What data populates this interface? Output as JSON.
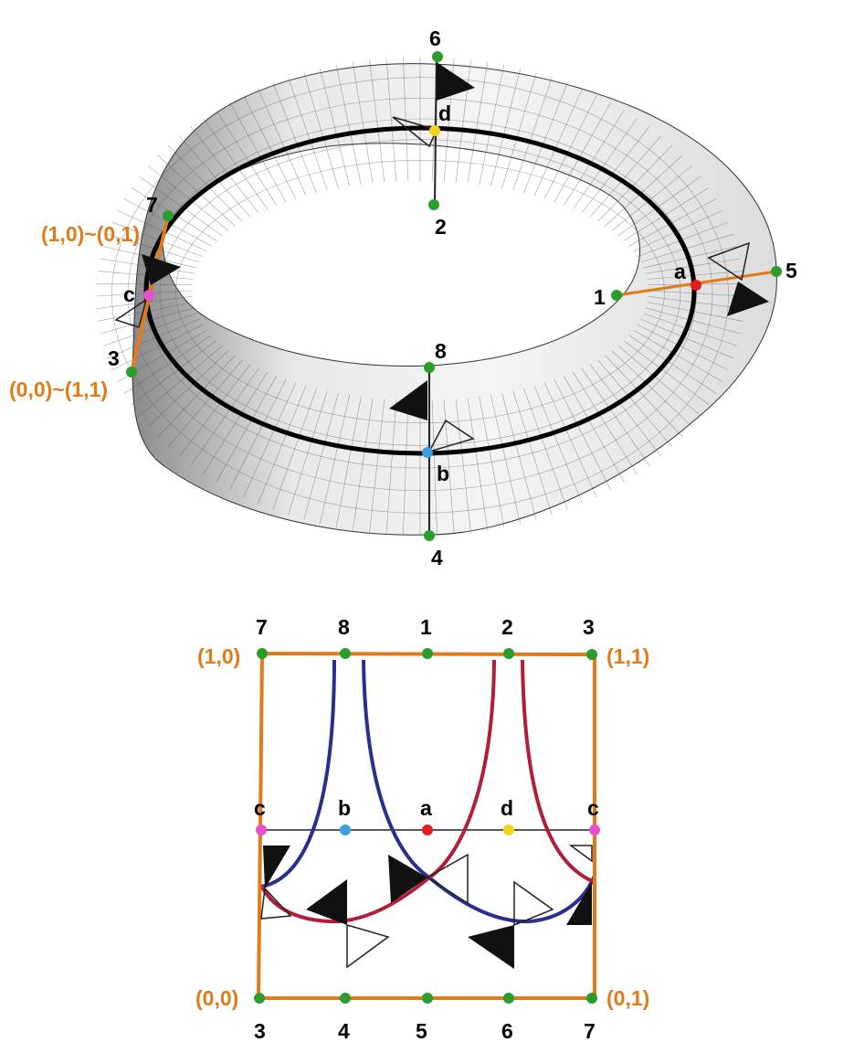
{
  "colors": {
    "orange": "#e07b1a",
    "green": "#2a9d2a",
    "red": "#e01e1e",
    "blue": "#3a9fe0",
    "yellow": "#f2d21a",
    "magenta": "#e84fd0",
    "navy_curve": "#2b2f8c",
    "crimson_curve": "#b01e3c",
    "band_light": "#f2f2f2",
    "band_dark": "#8a8a8a"
  },
  "mobius": {
    "point_labels": {
      "p1": "1",
      "p2": "2",
      "p3": "3",
      "p4": "4",
      "p5": "5",
      "p6": "6",
      "p7": "7",
      "p8": "8"
    },
    "letter_labels": {
      "a": "a",
      "b": "b",
      "c": "c",
      "d": "d"
    },
    "corner_labels": {
      "top": "(1,0)~(0,1)",
      "bottom": "(0,0)~(1,1)"
    }
  },
  "square": {
    "corner_labels": {
      "top_left": "(1,0)",
      "top_right": "(1,1)",
      "bottom_left": "(0,0)",
      "bottom_right": "(0,1)"
    },
    "top_numbers": [
      "7",
      "8",
      "1",
      "2",
      "3"
    ],
    "bottom_numbers": [
      "3",
      "4",
      "5",
      "6",
      "7"
    ],
    "middle_letters": [
      "c",
      "b",
      "a",
      "d",
      "c"
    ]
  }
}
